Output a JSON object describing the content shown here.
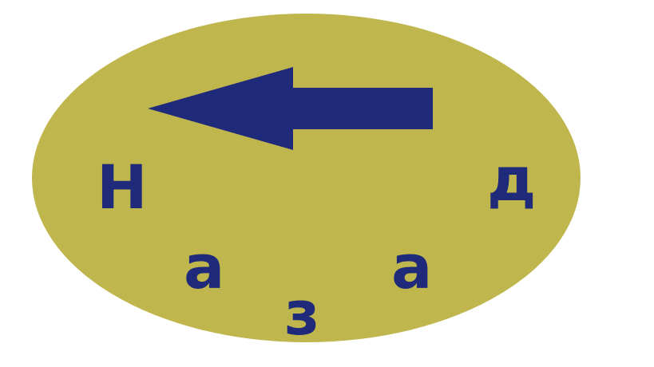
{
  "back_button": {
    "letters": [
      "Н",
      "а",
      "з",
      "а",
      "д"
    ],
    "arrow_icon": "arrow-left-icon",
    "colors": {
      "background": "#bfb64e",
      "foreground": "#1f2a7a"
    }
  }
}
